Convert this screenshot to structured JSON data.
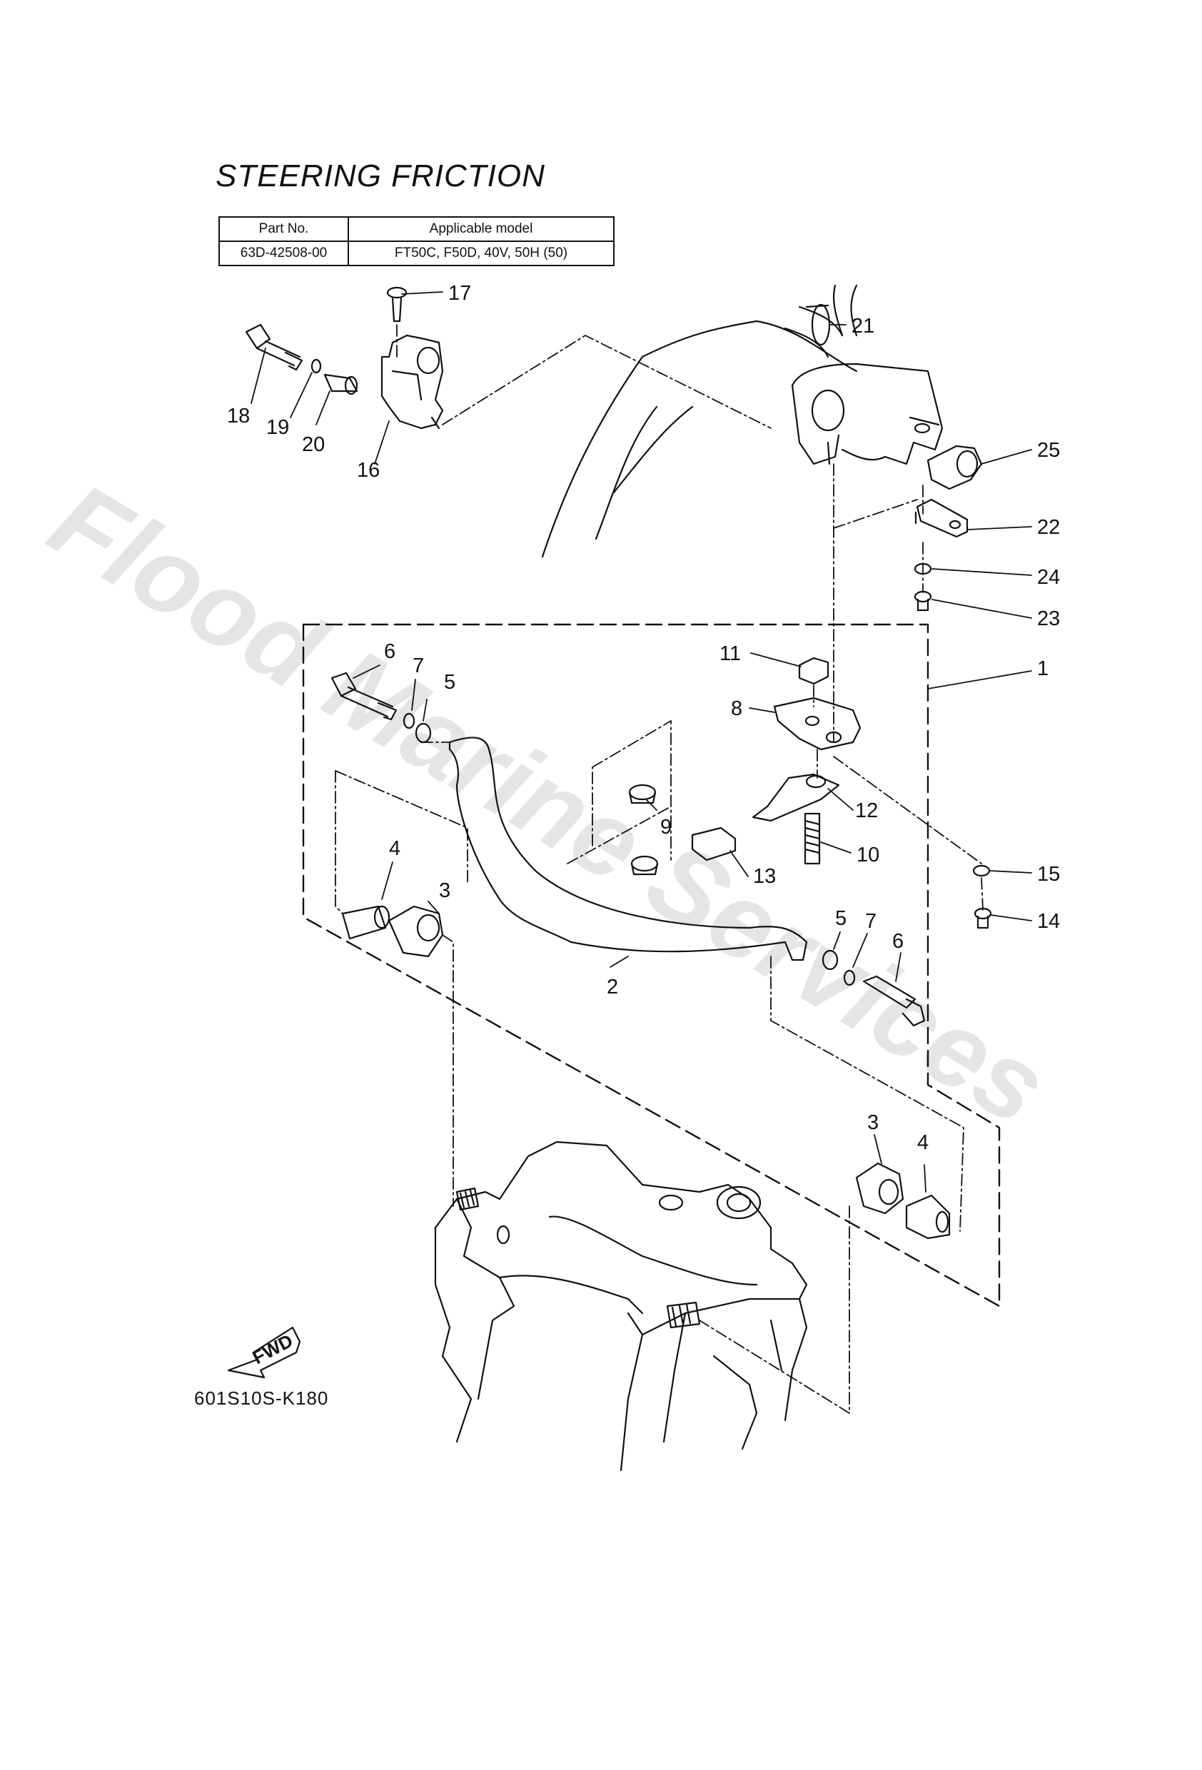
{
  "title": "STEERING FRICTION",
  "part_table": {
    "headers": [
      "Part No.",
      "Applicable model"
    ],
    "row": [
      "63D-42508-00",
      "FT50C, F50D, 40V, 50H (50)"
    ]
  },
  "drawing_code": "601S10S-K180",
  "fwd_label": "FWD",
  "watermark": "Flood Marine Services",
  "callouts": [
    "1",
    "2",
    "3",
    "3",
    "4",
    "4",
    "5",
    "5",
    "6",
    "6",
    "7",
    "7",
    "8",
    "9",
    "10",
    "11",
    "12",
    "13",
    "14",
    "15",
    "16",
    "17",
    "18",
    "19",
    "20",
    "21",
    "22",
    "23",
    "24",
    "25"
  ]
}
